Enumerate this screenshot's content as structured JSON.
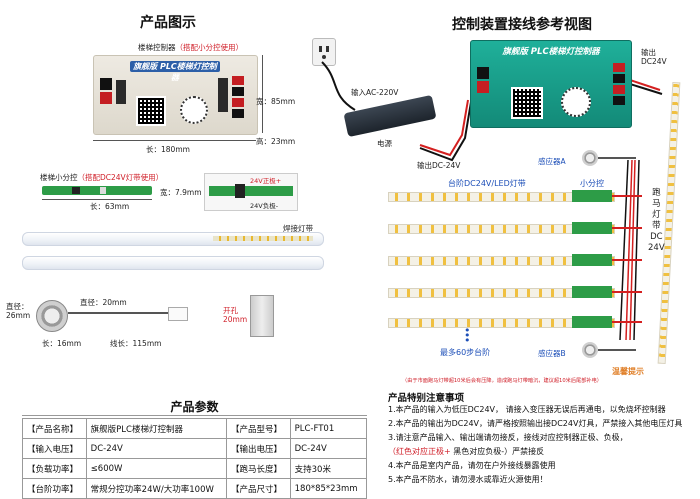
{
  "left": {
    "title": "产品图示",
    "controller_caption": "楼梯控制器",
    "controller_caption_note": "（搭配小分控使用）",
    "controller_brand": "旗舰版",
    "controller_name": "PLC楼梯灯控制器",
    "dim_width": "宽：85mm",
    "dim_height": "高：23mm",
    "dim_length": "长：180mm",
    "subctrl_caption": "楼梯小分控",
    "subctrl_caption_note": "（搭配DC24V灯带使用）",
    "subctrl_width": "宽：7.9mm",
    "subctrl_length": "长：63mm",
    "wire_24v_pos": "24V正极+",
    "wire_24v_neg": "24V负极-",
    "weld_label": "焊接灯带",
    "sensor_diameter": "直径：\n26mm",
    "sensor_diameter2": "直径：20mm",
    "sensor_len1": "长：16mm",
    "sensor_wire_len": "线长：115mm",
    "hole_label": "开孔\n20mm"
  },
  "right": {
    "title": "控制装置接线参考视图",
    "input_ac": "输入AC-220V",
    "power_label": "电源",
    "output_dc": "输出DC-24V",
    "output_dc_top": "输出\nDC24V",
    "sensor_a": "感应器A",
    "sensor_b": "感应器B",
    "stair_strip": "台阶DC24V/LED灯带",
    "subctrl": "小分控",
    "run_strip": "跑\n马\n灯\n带\nDC\n24V",
    "max_steps": "最多60步台阶",
    "warm_tip": "温馨提示",
    "warm_tip_note": "（由于市面跑马灯带超10米后会有压降，造成跑马灯带暗沉，建议超10米后尾部补电）"
  },
  "params": {
    "title": "产品参数",
    "rows": [
      [
        "【产品名称】",
        "旗舰版PLC楼梯灯控制器",
        "【产品型号】",
        "PLC-FT01"
      ],
      [
        "【输入电压】",
        "DC-24V",
        "【输出电压】",
        "DC-24V"
      ],
      [
        "【负载功率】",
        "≤600W",
        "【跑马长度】",
        "支持30米"
      ],
      [
        "【台阶功率】",
        "常规分控功率24W/大功率100W",
        "【产品尺寸】",
        "180*85*23mm"
      ]
    ]
  },
  "notes": {
    "title": "产品特别注意事项",
    "items": [
      "1.本产品的输入为低压DC24V，  请接入变压器无误后再通电，以免烧坏控制器",
      "2.本产品的输出为DC24V，请严格按照输出接DC24V灯具，严禁接入其他电压灯具",
      "3.请注意产品输入、输出端请勿接反，接线对应控制器正极、负极，",
      "（红色对应正极+",
      " 黑色对应负极-）严禁接反",
      "4.本产品是室内产品，请勿在户外接线暴露使用",
      "5.本产品不防水，请勿浸水或靠近火源使用！"
    ]
  }
}
